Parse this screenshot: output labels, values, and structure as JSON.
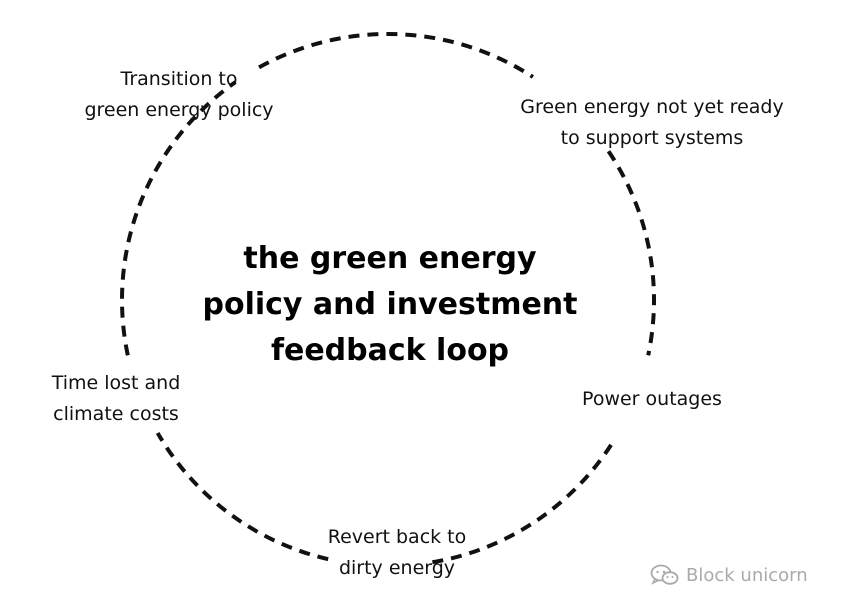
{
  "diagram": {
    "title_lines": [
      "the green energy",
      "policy and investment",
      "feedback loop"
    ],
    "nodes": [
      {
        "id": "transition",
        "lines": [
          "Transition to",
          "green energy policy"
        ]
      },
      {
        "id": "not-ready",
        "lines": [
          "Green energy not yet ready",
          "to support systems"
        ]
      },
      {
        "id": "outages",
        "lines": [
          "Power outages"
        ]
      },
      {
        "id": "revert",
        "lines": [
          "Revert back to",
          "dirty energy"
        ]
      },
      {
        "id": "time-lost",
        "lines": [
          "Time lost and",
          "climate costs"
        ]
      }
    ],
    "loop_style": "dashed circle",
    "line_color": "#111111",
    "text_color": "#111111"
  },
  "watermark": {
    "text": "Block unicorn",
    "icon": "wechat-icon",
    "color": "#aaaaaa"
  }
}
